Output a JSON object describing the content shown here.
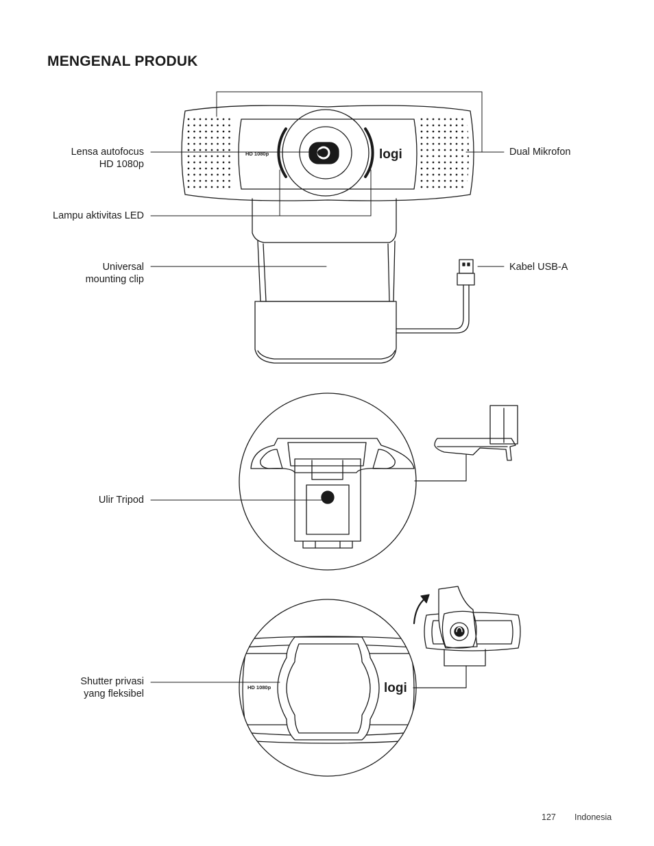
{
  "page": {
    "title": "MENGENAL PRODUK",
    "page_number": "127",
    "language": "Indonesia"
  },
  "labels": {
    "lens": [
      "Lensa autofocus",
      "HD 1080p"
    ],
    "led": [
      "Lampu aktivitas LED"
    ],
    "clip": [
      "Universal",
      "mounting clip"
    ],
    "mic": [
      "Dual Mikrofon"
    ],
    "usb": [
      "Kabel USB-A"
    ],
    "tripod": [
      "Ulir Tripod"
    ],
    "shutter": [
      "Shutter privasi",
      "yang fleksibel"
    ]
  },
  "device_markings": {
    "resolution": "HD 1080p",
    "brand": "logi"
  }
}
